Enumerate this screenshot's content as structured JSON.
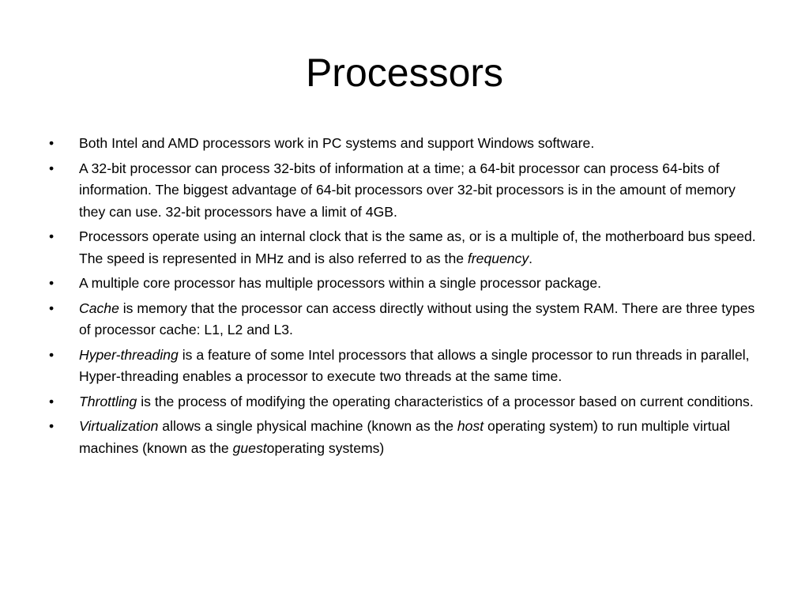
{
  "slide": {
    "title": "Processors",
    "bullet_marker": "•",
    "bullets": [
      {
        "before": "",
        "em": "",
        "after": "Both Intel and AMD processors work in PC systems and support Windows software."
      },
      {
        "before": "",
        "em": "",
        "after": "A 32-bit processor can process 32-bits of information at a time; a 64-bit processor can process 64-bits of information. The biggest advantage of 64-bit processors over 32-bit processors is in the amount of memory they can use. 32-bit processors have a limit of 4GB."
      },
      {
        "before": "Processors operate using an internal clock that is the same as, or is a multiple of, the motherboard bus speed. The speed is represented in MHz and is also referred to as the ",
        "em": "frequency",
        "after": "."
      },
      {
        "before": "",
        "em": "",
        "after": "A multiple core processor has multiple processors within a single processor package."
      },
      {
        "before": "",
        "em": "Cache",
        "after": " is memory that the processor can access directly without using the system RAM. There are three types of processor cache:  L1, L2 and L3."
      },
      {
        "before": "",
        "em": "Hyper-threading",
        "after": " is a feature of some Intel processors that allows a single processor to run threads in parallel, Hyper-threading enables a processor to execute two threads at the same time."
      },
      {
        "before": "",
        "em": "Throttling",
        "after": " is the process of modifying the operating characteristics of a processor based on current conditions."
      },
      {
        "segments": [
          {
            "em": "Virtualization",
            "text": " allows a single physical machine (known as the "
          },
          {
            "em": "host",
            "text": " operating system) to run multiple virtual machines (known as the "
          },
          {
            "em": "guest",
            "text": "operating systems)"
          }
        ]
      }
    ]
  }
}
